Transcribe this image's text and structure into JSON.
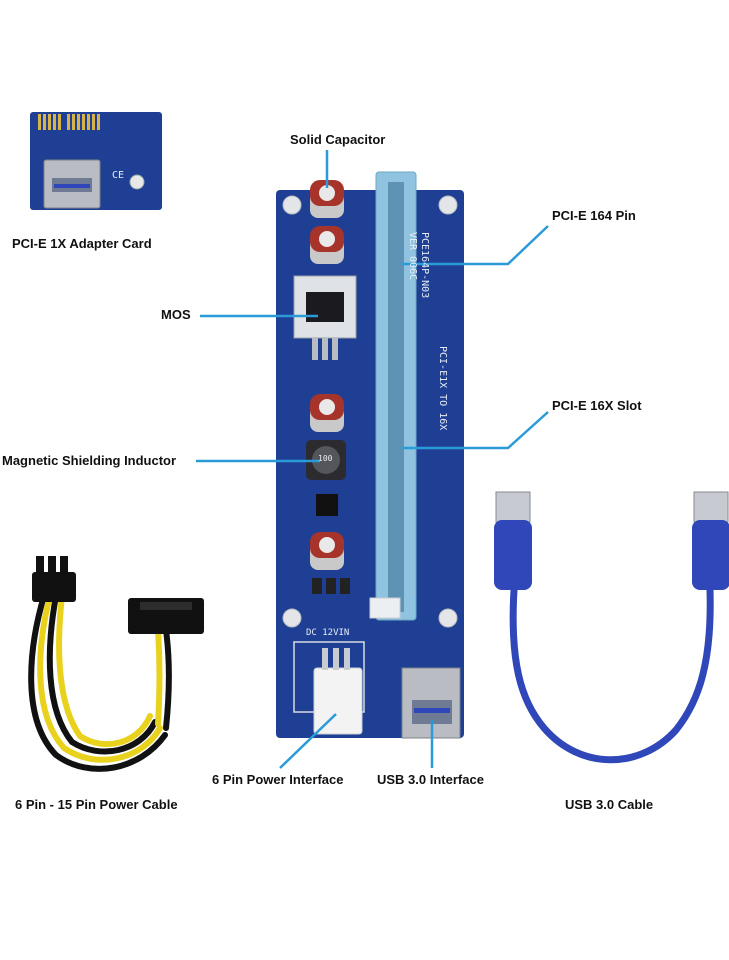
{
  "labels": {
    "adapter_card": "PCI-E 1X Adapter Card",
    "solid_capacitor": "Solid Capacitor",
    "pcie_164_pin": "PCI-E 164 Pin",
    "mos": "MOS",
    "pcie_16x_slot": "PCI-E 16X Slot",
    "magnetic_inductor": "Magnetic Shielding Inductor",
    "power_cable": "6 Pin - 15 Pin Power Cable",
    "six_pin_interface": "6 Pin Power Interface",
    "usb_interface": "USB 3.0 Interface",
    "usb_cable": "USB 3.0 Cable"
  },
  "board_print": {
    "model": "PCE164P-N03",
    "version": "VER 006C",
    "slot_text": "PCI-E1X TO 16X",
    "power_header": "DC 12VIN",
    "inductor_marking": "100"
  },
  "colors": {
    "pcb_blue": "#1f3f95",
    "slot_blue": "#8fc3df",
    "callout_line": "#2a9ad8",
    "cable_blue": "#2f47b8",
    "wire_yellow": "#e8d21e",
    "wire_black": "#111111"
  }
}
